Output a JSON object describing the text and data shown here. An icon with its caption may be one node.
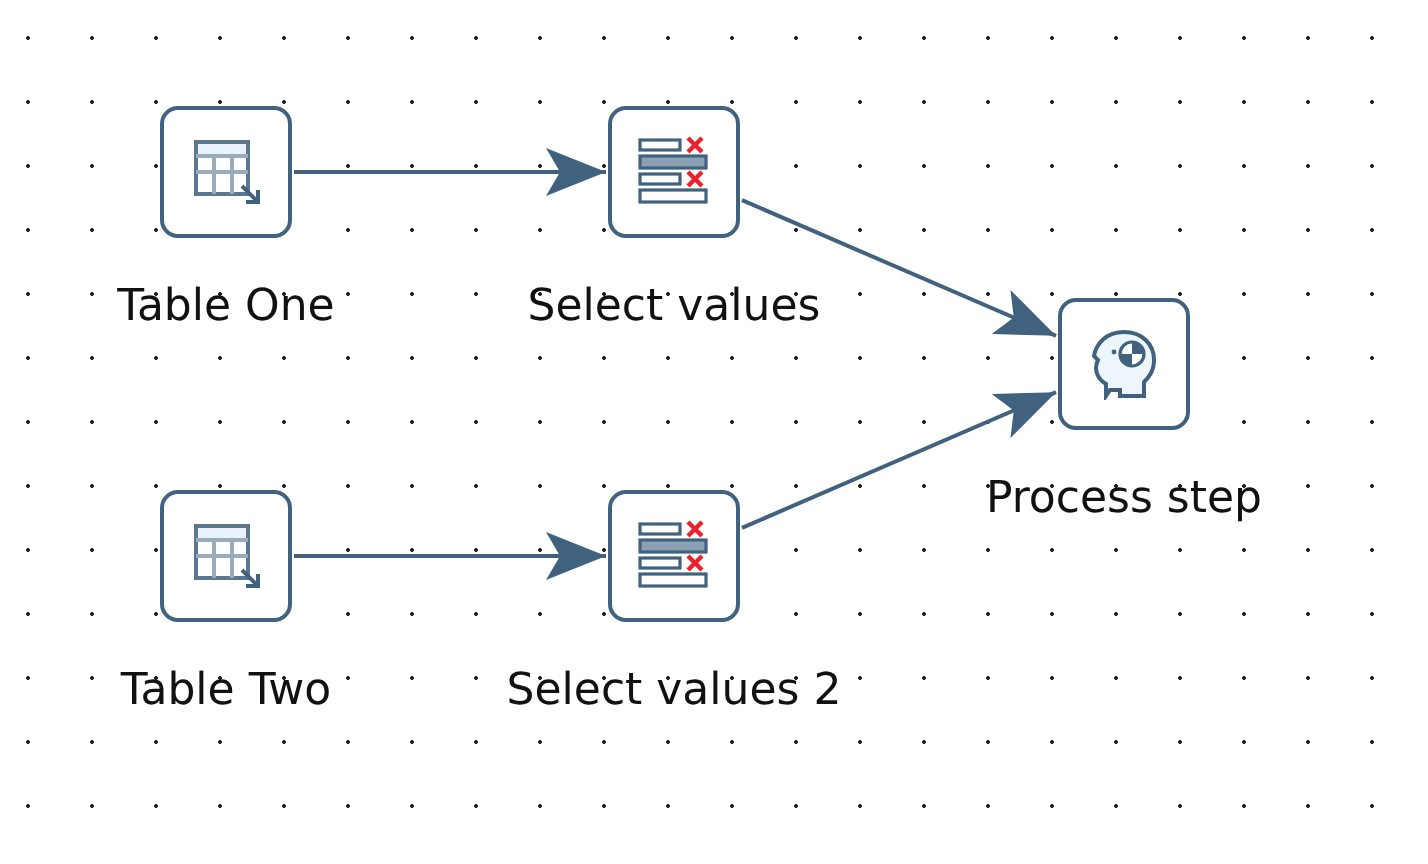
{
  "diagram": {
    "nodes": [
      {
        "text": [
          "Table One"
        ]
      },
      {
        "text": [
          "Select values"
        ]
      },
      {
        "text": [
          "Table Two"
        ]
      },
      {
        "text": [
          "Select values 2"
        ]
      },
      {
        "text": [
          "Process step"
        ]
      }
    ],
    "edges": [
      {
        "from": 0,
        "to": 1,
        "arrow": "to"
      },
      {
        "from": 2,
        "to": 3,
        "arrow": "to"
      },
      {
        "from": 1,
        "to": 4,
        "arrow": "to"
      },
      {
        "from": 3,
        "to": 4,
        "arrow": "to"
      }
    ]
  }
}
